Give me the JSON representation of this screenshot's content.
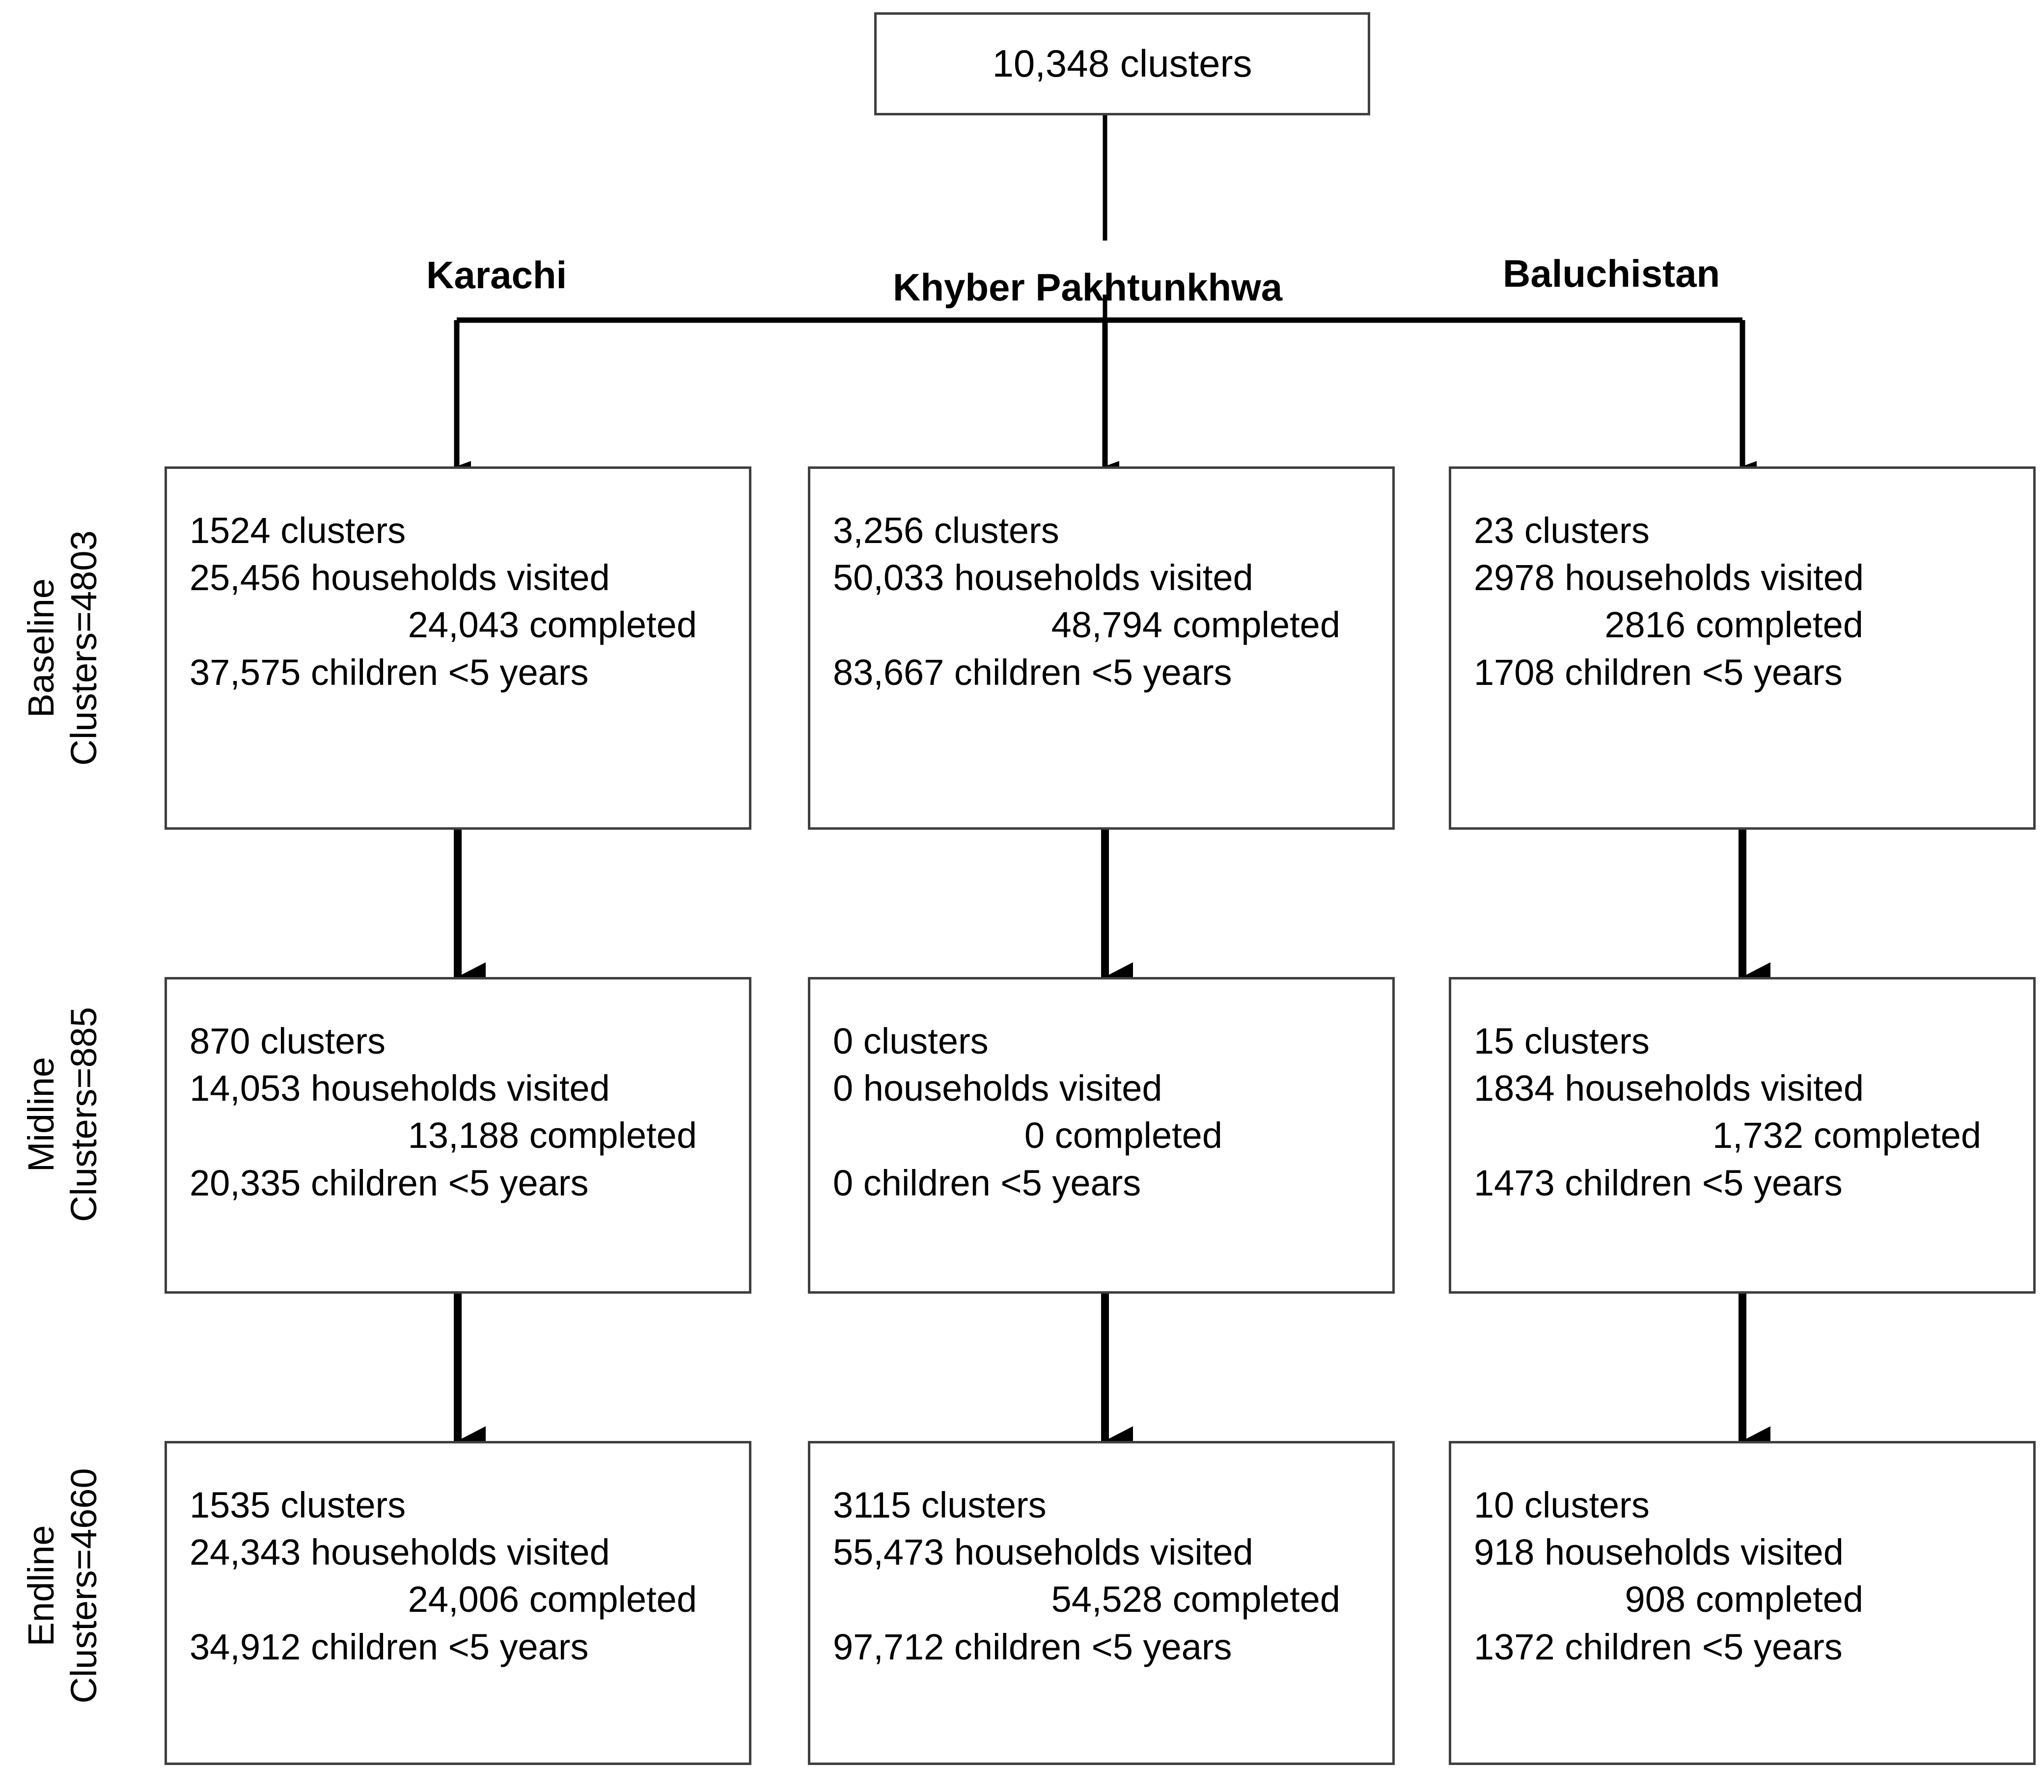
{
  "diagram": {
    "type": "flowchart",
    "title_box": {
      "label": "10,348 clusters"
    },
    "branch_labels": [
      {
        "name": "karachi",
        "label": "Karachi"
      },
      {
        "name": "khyber-pakhtunkhwa",
        "label": "Khyber Pakhtunkhwa"
      },
      {
        "name": "baluchistan",
        "label": "Baluchistan"
      }
    ],
    "row_labels": [
      {
        "name": "baseline",
        "line1": "Baseline",
        "line2": "Clusters=4803"
      },
      {
        "name": "midline",
        "line1": "Midline",
        "line2": "Clusters=885"
      },
      {
        "name": "endline",
        "line1": "Endline",
        "line2": "Clusters=4660"
      }
    ],
    "rows": [
      {
        "stage": "Baseline",
        "cells": [
          {
            "region": "Karachi",
            "clusters": "1524 clusters",
            "households_visited": "25,456 households visited",
            "completed": "24,043 completed",
            "children": "37,575 children <5 years"
          },
          {
            "region": "Khyber Pakhtunkhwa",
            "clusters": "3,256 clusters",
            "households_visited": "50,033 households visited",
            "completed": "48,794 completed",
            "children": "83,667 children <5 years"
          },
          {
            "region": "Baluchistan",
            "clusters": "23 clusters",
            "households_visited": "2978 households visited",
            "completed": "2816 completed",
            "children": "1708 children <5 years"
          }
        ]
      },
      {
        "stage": "Midline",
        "cells": [
          {
            "region": "Karachi",
            "clusters": "870 clusters",
            "households_visited": "14,053 households visited",
            "completed": "13,188 completed",
            "children": "20,335 children <5 years"
          },
          {
            "region": "Khyber Pakhtunkhwa",
            "clusters": "0 clusters",
            "households_visited": "0 households visited",
            "completed": "0 completed",
            "children": "0 children <5 years"
          },
          {
            "region": "Baluchistan",
            "clusters": "15 clusters",
            "households_visited": "1834 households visited",
            "completed": "1,732 completed",
            "children": "1473 children <5 years"
          }
        ]
      },
      {
        "stage": "Endline",
        "cells": [
          {
            "region": "Karachi",
            "clusters": "1535 clusters",
            "households_visited": "24,343 households visited",
            "completed": "24,006 completed",
            "children": "34,912 children <5 years"
          },
          {
            "region": "Khyber Pakhtunkhwa",
            "clusters": "3115 clusters",
            "households_visited": "55,473 households visited",
            "completed": "54,528 completed",
            "children": "97,712 children <5 years"
          },
          {
            "region": "Baluchistan",
            "clusters": "10 clusters",
            "households_visited": "918 households visited",
            "completed": "908 completed",
            "children": "1372 children <5 years"
          }
        ]
      }
    ],
    "colors": {
      "stroke": "#3f3f3f",
      "arrow": "#000000",
      "background": "#ffffff",
      "text": "#000000"
    }
  }
}
